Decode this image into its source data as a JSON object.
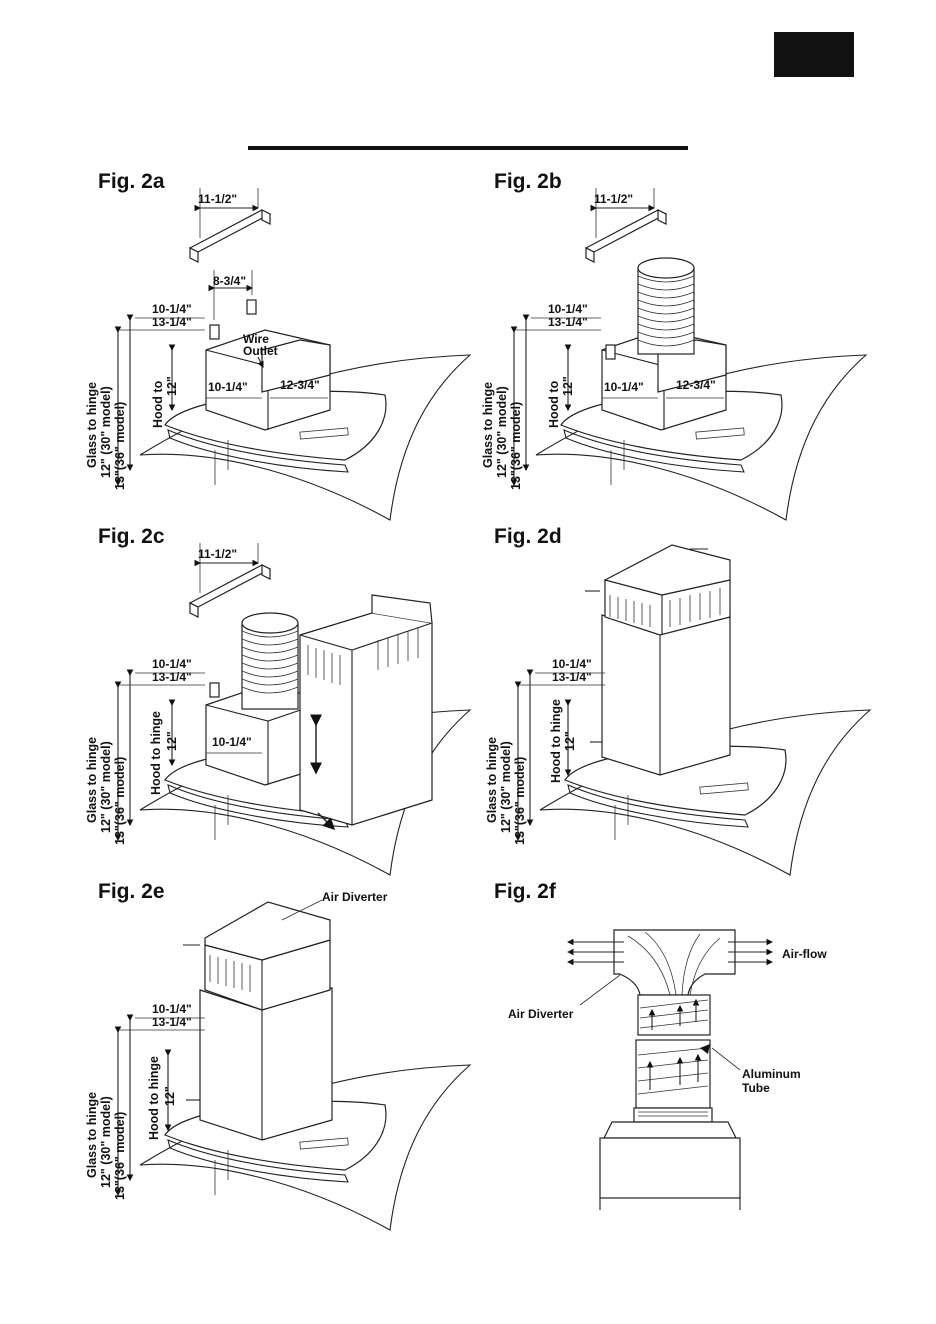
{
  "figures": {
    "a": {
      "label": "Fig. 2a",
      "bracket": "11-1/2\"",
      "inner": "10-1/4\"",
      "outer": "13-1/4\"",
      "top_width": "8-3/4\"",
      "wire1": "Wire",
      "wire2": "Outlet",
      "hood_to": "Hood to",
      "hood_dim": "12\"",
      "glass1": "Glass to hinge",
      "glass2": "12\" (30\" model)",
      "glass3": "13\"(36\" model)",
      "width": "10-1/4\"",
      "depth": "12-3/4\""
    },
    "b": {
      "label": "Fig. 2b",
      "bracket": "11-1/2\"",
      "inner": "10-1/4\"",
      "outer": "13-1/4\"",
      "hood_to": "Hood to",
      "hood_dim": "12\"",
      "glass1": "Glass to hinge",
      "glass2": "12\" (30\" model)",
      "glass3": "13\"(36\" model)",
      "width": "10-1/4\"",
      "depth": "12-3/4\""
    },
    "c": {
      "label": "Fig. 2c",
      "bracket": "11-1/2\"",
      "inner": "10-1/4\"",
      "outer": "13-1/4\"",
      "hood_to": "Hood to hinge",
      "hood_dim": "12\"",
      "glass1": "Glass to hinge",
      "glass2": "12\" (30\" model)",
      "glass3": "13\"(36\" model)",
      "width": "10-1/4\""
    },
    "d": {
      "label": "Fig. 2d",
      "inner": "10-1/4\"",
      "outer": "13-1/4\"",
      "hood_to": "Hood to hinge",
      "hood_dim": "12\"",
      "glass1": "Glass to hinge",
      "glass2": "12\" (30\" model)",
      "glass3": "13\"(36\" model)"
    },
    "e": {
      "label": "Fig. 2e",
      "diverter": "Air Diverter",
      "inner": "10-1/4\"",
      "outer": "13-1/4\"",
      "hood_to": "Hood to hinge",
      "hood_dim": "12\"",
      "glass1": "Glass to hinge",
      "glass2": "12\" (30\" model)",
      "glass3": "13\"(36\" model)"
    },
    "f": {
      "label": "Fig. 2f",
      "airflow": "Air-flow",
      "diverter": "Air Diverter",
      "tube1": "Aluminum",
      "tube2": "Tube"
    }
  }
}
